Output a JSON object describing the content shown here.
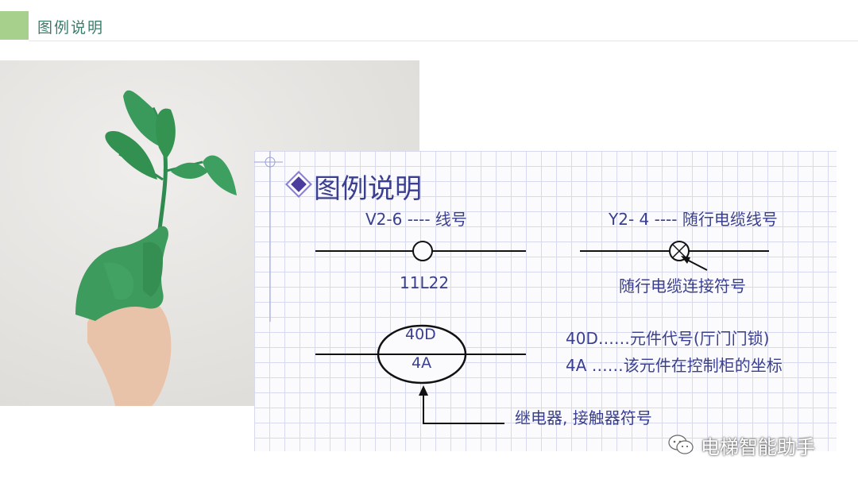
{
  "header": {
    "title": "图例说明"
  },
  "slide": {
    "title": "图例说明",
    "wire_number": {
      "label": "V2-6 ---- 线号",
      "code": "11L22"
    },
    "traveling_cable": {
      "label": "Y2- 4 ---- 随行电缆线号",
      "connection_label": "随行电缆连接符号"
    },
    "component": {
      "code": "40D",
      "coord": "4A",
      "desc_code": "40D……元件代号(厅门门锁)",
      "desc_coord": "4A ……该元件在控制柜的坐标",
      "relay_label": "继电器, 接触器符号"
    }
  },
  "watermark": {
    "text": "电梯智能助手",
    "icon": "wechat-icon"
  },
  "colors": {
    "accent": "#a7d08c",
    "header_text": "#3a7d6a",
    "diagram_text": "#3a3f8f",
    "leaf": "#3a9a5c"
  }
}
